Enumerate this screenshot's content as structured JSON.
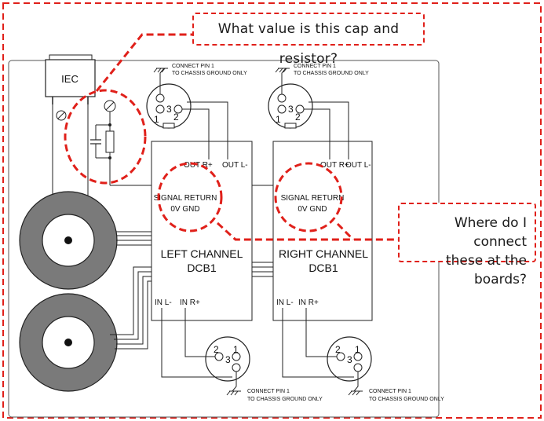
{
  "components": {
    "iec_label": "IEC",
    "xlr_pins": {
      "pin1": "1",
      "pin2": "2",
      "pin3": "3"
    }
  },
  "boards": {
    "left": {
      "out_pos": "OUT R+",
      "out_neg": "OUT L-",
      "signal_return": "SIGNAL RETURN",
      "gnd": "0V GND",
      "name": "LEFT CHANNEL",
      "model": "DCB1",
      "in_neg": "IN L-",
      "in_pos": "IN R+"
    },
    "right": {
      "out_pos": "OUT R+",
      "out_neg": "OUT L-",
      "signal_return": "SIGNAL RETURN",
      "gnd": "0V GND",
      "name": "RIGHT CHANNEL",
      "model": "DCB1",
      "in_neg": "IN L-",
      "in_pos": "IN R+"
    }
  },
  "notes": {
    "chassis_line1": "CONNECT PIN 1",
    "chassis_line2": "TO CHASSIS GROUND ONLY"
  },
  "callouts": {
    "top": "What value is this cap and resistor?",
    "right_line1": "Where do I connect",
    "right_line2": "these at the boards?"
  },
  "colors": {
    "annotation_red": "#e0201a",
    "toroid_gray": "#7a7a7a",
    "line": "#1a1a1a"
  }
}
